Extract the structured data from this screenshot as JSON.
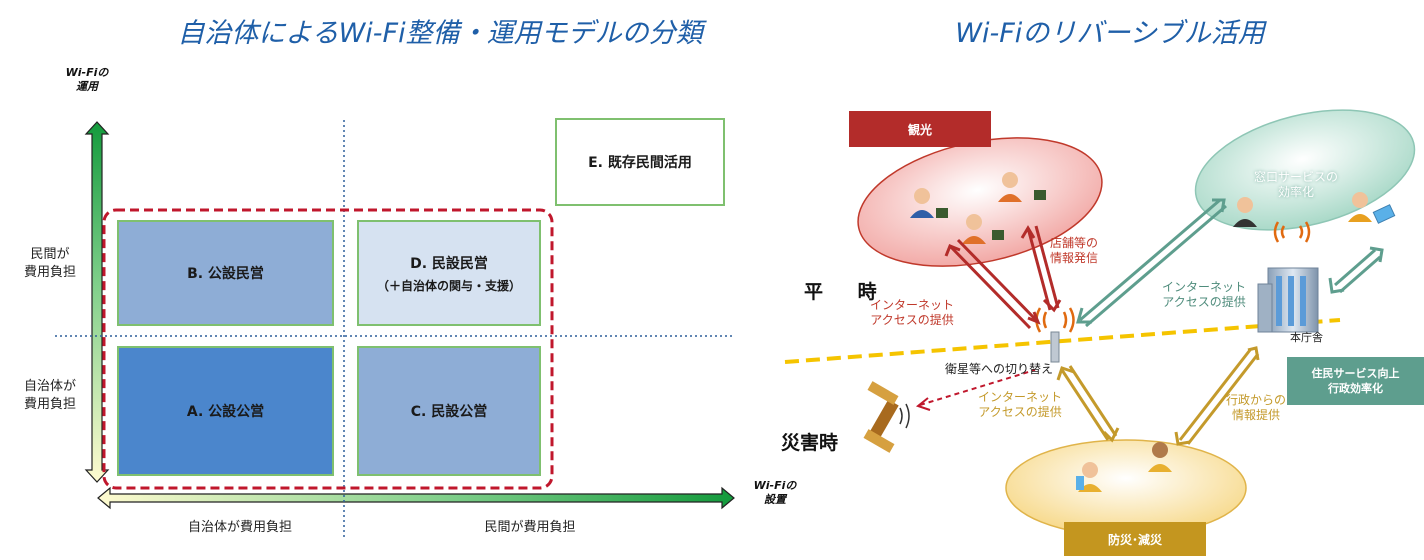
{
  "titles": {
    "left": "自治体によるWi-Fi整備・運用モデルの分類",
    "right": "Wi-Fiのリバーシブル活用"
  },
  "classification": {
    "y_axis_title": "Wi-Fiの\n運用",
    "x_axis_title": "Wi-Fiの\n設置",
    "y_labels": {
      "top": "民間が\n費用負担",
      "bottom": "自治体が\n費用負担"
    },
    "x_labels": {
      "left": "自治体が費用負担",
      "right": "民間が費用負担"
    },
    "quadrants": {
      "a": "A. 公設公営",
      "b": "B. 公設民営",
      "c": "C. 民設公営",
      "d": "D. 民設民営",
      "d_sub": "（＋自治体の関与・支援）",
      "e": "E. 既存民間活用"
    },
    "colors": {
      "dark_blue": "#4b86cc",
      "mid_blue": "#8eadd6",
      "light_blue": "#d6e2f1",
      "box_border": "#7fc06f",
      "dashed_frame": "#c0172c"
    }
  },
  "reversible": {
    "tags": {
      "tourism": "観光",
      "disaster_prevention": "防災･減災",
      "admin": "住民サービス向上\n行政効率化"
    },
    "modes": {
      "normal": "平 時",
      "disaster": "災害時"
    },
    "notes": {
      "shop_info": "店舗等の\n情報発信",
      "internet_access_red": "インターネット\nアクセスの提供",
      "internet_access_green": "インターネット\nアクセスの提供",
      "window_service": "窓口サービスの\n効率化",
      "city_hall": "本庁舎",
      "satellite_switch": "衛星等への切り替え",
      "internet_access_gold": "インターネット\nアクセスの提供",
      "gov_info": "行政からの\n情報提供"
    },
    "colors": {
      "tourism": "#b32c2a",
      "admin": "#5e9e8e",
      "disaster": "#c4961f",
      "boundary": "#f5c400"
    }
  }
}
